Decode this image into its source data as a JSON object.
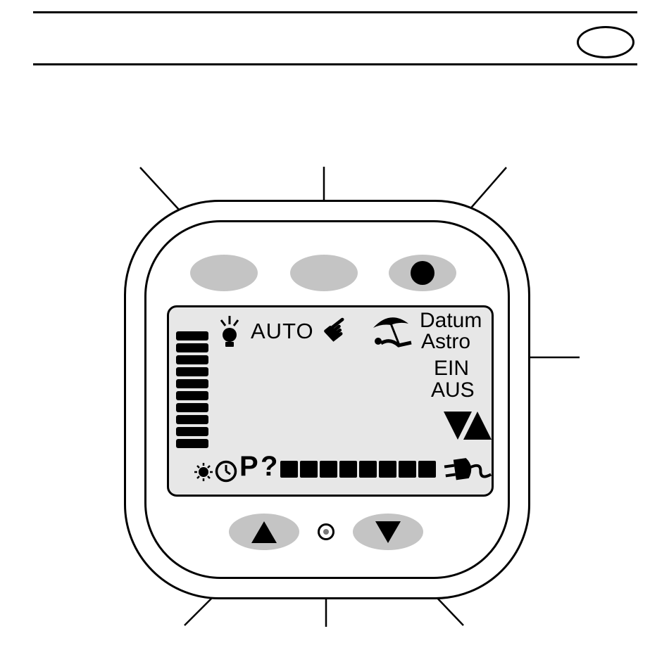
{
  "labels": {
    "auto": "AUTO",
    "datum": "Datum",
    "astro": "Astro",
    "ein": "EIN",
    "aus": "AUS",
    "program": "P",
    "question": "?"
  },
  "icons": {
    "hand_glyph": "☛",
    "names": [
      "lamp-icon",
      "pointing-hand-icon",
      "vacation-icon",
      "night-day-icon",
      "clock-icon",
      "plug-icon",
      "record-dot-icon",
      "up-arrow-icon",
      "down-arrow-icon",
      "reset-hole"
    ]
  },
  "display": {
    "level_bar_count": 10,
    "block_count": 8
  },
  "colors": {
    "button_fill": "#c4c4c4",
    "display_fill": "#e7e7e7",
    "ink": "#000000"
  }
}
